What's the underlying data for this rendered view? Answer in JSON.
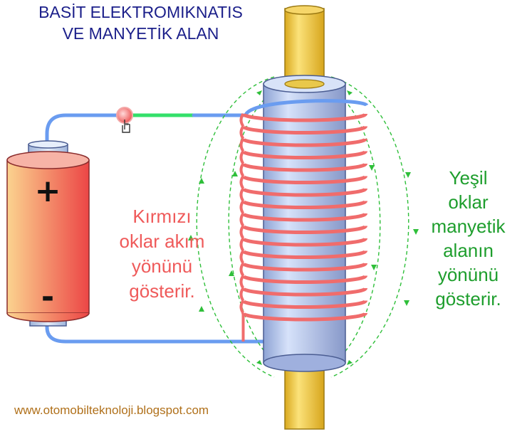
{
  "title": {
    "line1": "BASİT ELEKTROMIKNATIS",
    "line2": "VE MANYETİK ALAN"
  },
  "battery": {
    "plus_symbol": "+",
    "minus_symbol": "-"
  },
  "labels": {
    "current_line1": "Kırmızı",
    "current_line2": "oklar akım",
    "current_line3": "yönünü",
    "current_line4": "gösterir.",
    "field_line1": "Yeşil",
    "field_line2": "oklar",
    "field_line3": "manyetik",
    "field_line4": "alanın",
    "field_line5": "yönünü",
    "field_line6": "gösterir."
  },
  "footer": {
    "website": "www.otomobilteknoloji.blogspot.com"
  },
  "colors": {
    "title": "#1b1f8a",
    "coil": "#f06c6c",
    "wire": "#6a9cf0",
    "field_arrows": "#2fbf3a",
    "core": "#b8c8ee",
    "rod": "#f2cf55",
    "current_label": "#ef5a5a",
    "field_label": "#1e9e2d",
    "footer": "#b0701a"
  }
}
